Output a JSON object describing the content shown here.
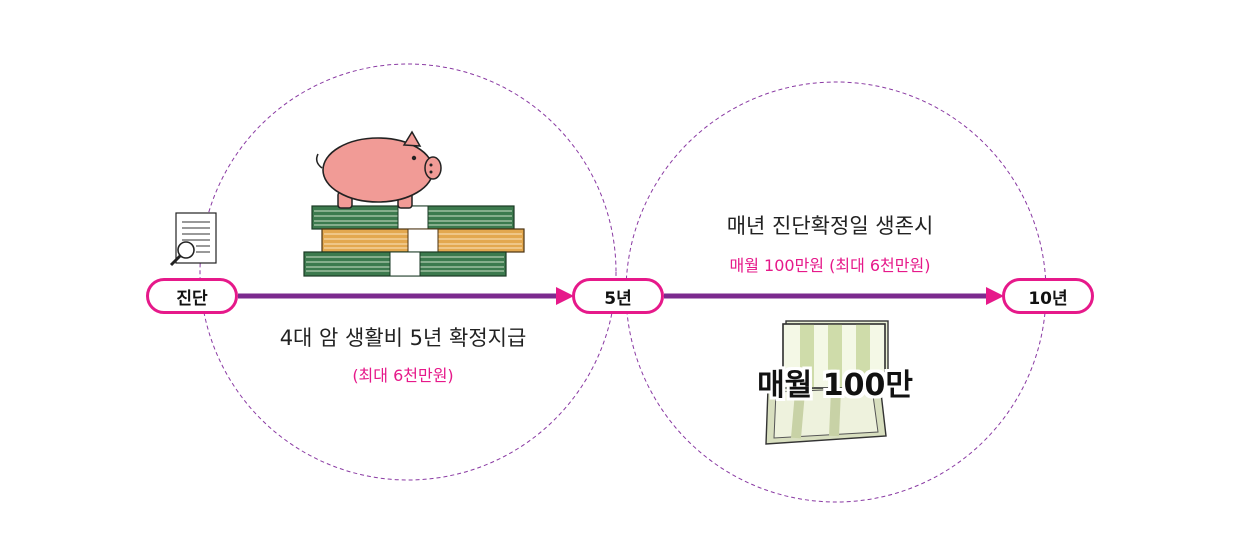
{
  "nodes": {
    "diagnosis": "진단",
    "year5": "5년",
    "year10": "10년"
  },
  "phase1": {
    "title": "4대 암 생활비 5년 확정지급",
    "note": "(최대 6천만원)"
  },
  "phase2": {
    "title": "매년 진단확정일 생존시",
    "note": "매월 100만원 (최대 6천만원)",
    "highlight": "매월 100만"
  },
  "colors": {
    "node_border": "#e6198a",
    "timeline": "#7b2a8e",
    "arrow": "#e6198a",
    "dashed_circle": "#8a3aa3",
    "note_text": "#e6198a"
  },
  "icons": [
    "document-magnifier-icon",
    "piggy-bank-icon",
    "money-stack-icon",
    "bankbook-icon"
  ]
}
